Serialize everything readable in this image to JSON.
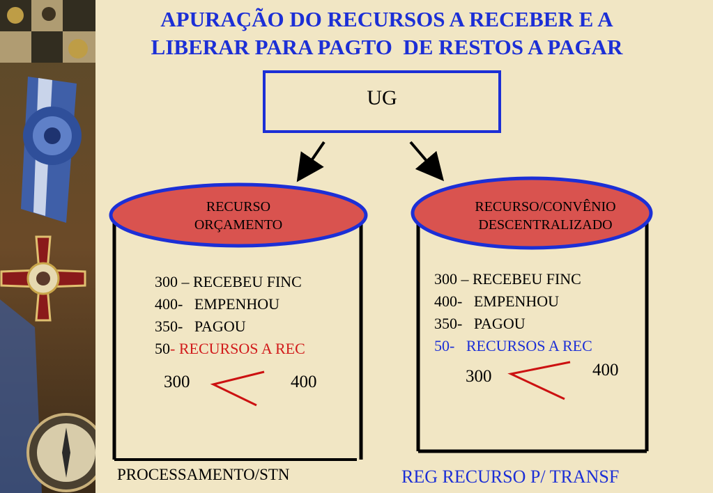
{
  "title": {
    "line1": "APURAÇÃO DO RECURSOS A RECEBER E A",
    "line2": "LIBERAR PARA PAGTO  DE RESTOS A PAGAR"
  },
  "ug_label": "UG",
  "colors": {
    "background": "#f1e6c4",
    "title_blue": "#1c2fd6",
    "ellipse_fill": "#d9534f",
    "accent_red": "#d11a1a"
  },
  "left": {
    "header_line1": "RECURSO",
    "header_line2": "ORÇAMENTO",
    "items": [
      {
        "code": "300 – ",
        "text": "RECEBEU FINC"
      },
      {
        "code": "400-   ",
        "text": "EMPENHOU"
      },
      {
        "code": "350-   ",
        "text": "PAGOU"
      },
      {
        "code": "50",
        "text": "- RECURSOS A REC"
      }
    ],
    "compare_left": "300",
    "compare_right": "400",
    "footer": "PROCESSAMENTO/STN"
  },
  "right": {
    "header_line1": "RECURSO/CONVÊNIO",
    "header_line2": "DESCENTRALIZADO",
    "items": [
      {
        "code": "300 – ",
        "text": "RECEBEU FINC"
      },
      {
        "code": "400-   ",
        "text": "EMPENHOU"
      },
      {
        "code": "350-   ",
        "text": "PAGOU"
      },
      {
        "code": "50-   ",
        "text": "RECURSOS A REC"
      }
    ],
    "compare_left": "300",
    "compare_right": "400",
    "footer": "REG RECURSO P/ TRANSF"
  },
  "decorative_strip": "medal-collage-image"
}
